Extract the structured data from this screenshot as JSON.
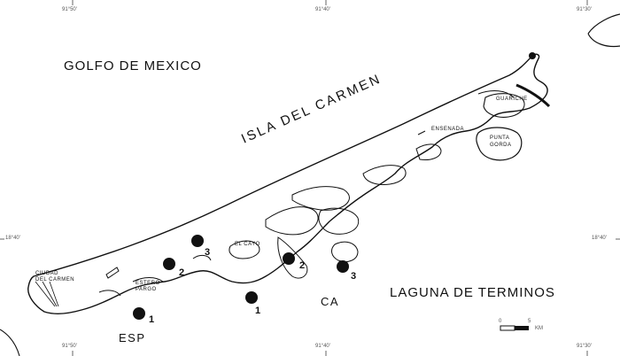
{
  "labels": {
    "gulf": "GOLFO DE MEXICO",
    "island": "ISLA DEL CARMEN",
    "lagoon": "LAGUNA DE TERMINOS",
    "ensenada": "ENSENADA",
    "guariche": "GUARICHE",
    "punta_gorda_1": "PUNTA",
    "punta_gorda_2": "GORDA",
    "el_cayo": "EL CAYO",
    "estero_1": "ESTERO",
    "estero_2": "PARGO",
    "ciudad_1": "CIUDAD",
    "ciudad_2": "DEL CARMEN",
    "esp": "ESP",
    "ca": "CA",
    "scale_unit": "KM",
    "scale_zero": "0",
    "scale_five": "5"
  },
  "coordinates": {
    "top_1": "91°50'",
    "top_2": "91°40'",
    "top_3": "91°30'",
    "bottom_1": "91°50'",
    "bottom_2": "91°40'",
    "bottom_3": "91°30'",
    "left_lat": "18°40'",
    "right_lat": "18°40'"
  },
  "station_numbers": {
    "esp_1": "1",
    "esp_2": "2",
    "esp_3": "3",
    "ca_1": "1",
    "ca_2": "2",
    "ca_3": "3"
  },
  "colors": {
    "ink": "#111111",
    "paper": "#ffffff"
  }
}
